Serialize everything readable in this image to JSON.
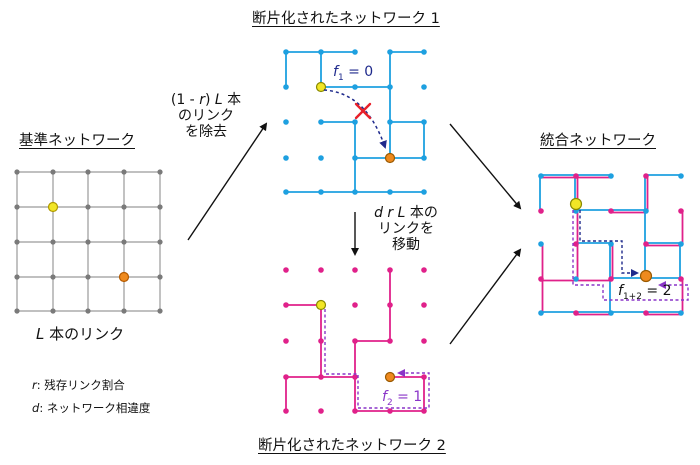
{
  "titles": {
    "base": "基準ネットワーク",
    "frag1": "断片化されたネットワーク 1",
    "frag2": "断片化されたネットワーク 2",
    "merged": "統合ネットワーク"
  },
  "base_links": {
    "var": "L",
    "text": " 本のリンク"
  },
  "step_remove": {
    "line1_pre": "(1 - ",
    "line1_var": "r",
    "line1_post": ")",
    "line1_var2": "L",
    "line1_end": " 本",
    "line2": "のリンク",
    "line3": "を除去"
  },
  "step_move": {
    "line1_var": "d r L",
    "line1_end": " 本の",
    "line2": "リンクを",
    "line3": "移動"
  },
  "legend": {
    "r_var": "r",
    "r_text": ": 残存リンク割合",
    "d_var": "d",
    "d_text": ": ネットワーク相違度"
  },
  "f_labels": {
    "f1_var": "f",
    "f1_sub": "1",
    "f1_val": " = 0",
    "f2_var": "f",
    "f2_sub": "2",
    "f2_val": " = 1",
    "f12_var": "f",
    "f12_sub": "1+2",
    "f12_val": " = 2"
  },
  "colors": {
    "grid_gray": "#888888",
    "network1_blue": "#1ea0e0",
    "network2_magenta": "#e0218a",
    "source_yellow": "#f2e626",
    "target_orange": "#ef8a1e",
    "path_navy": "#1f2a8c",
    "path_purple": "#8a35c8",
    "cut_red": "#e8202a"
  }
}
